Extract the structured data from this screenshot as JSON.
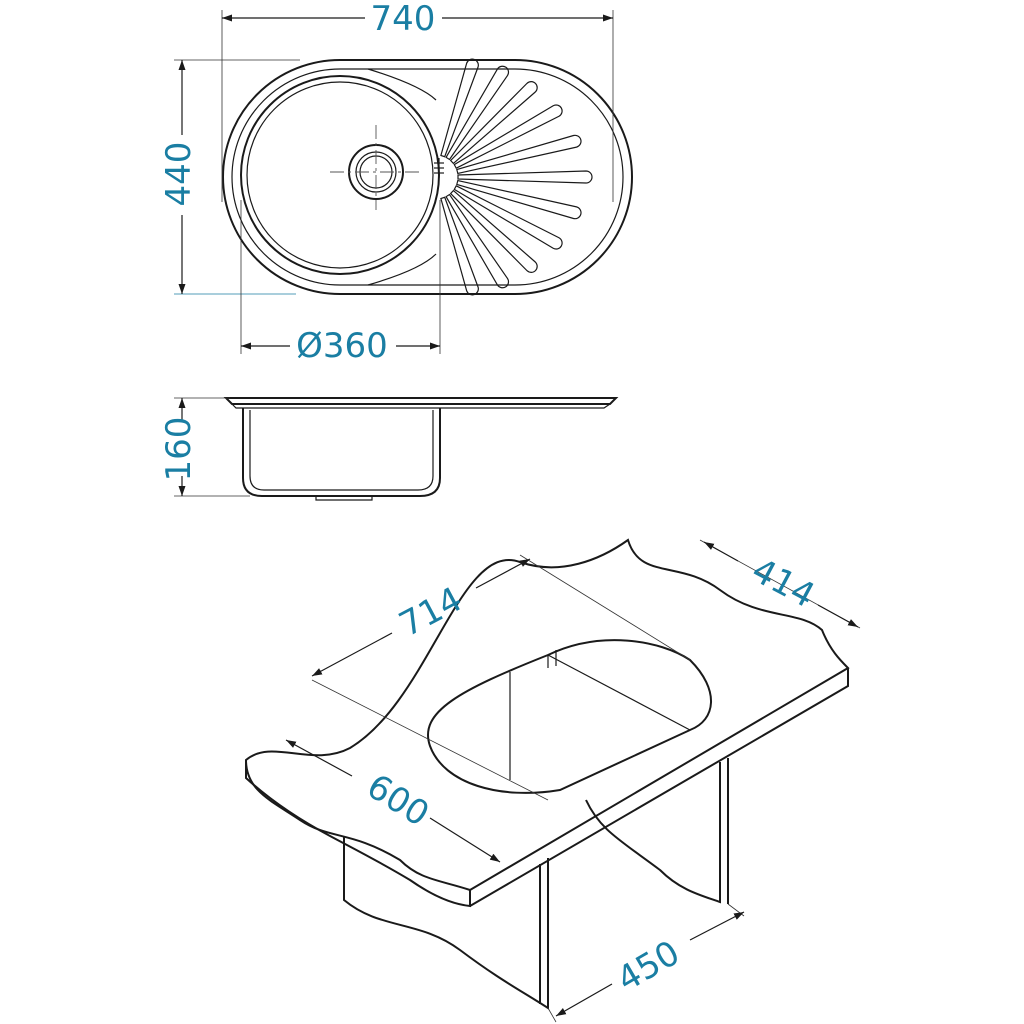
{
  "top_view": {
    "width_label": "740",
    "height_label": "440",
    "bowl_label": "Ø360"
  },
  "side_view": {
    "depth_label": "160"
  },
  "cutout_view": {
    "length_label": "714",
    "depth_label": "414",
    "worktop_label": "600",
    "cabinet_label": "450"
  },
  "colors": {
    "dimension_text": "#1a7ea3",
    "lines": "#1a1a1a",
    "background": "#ffffff"
  }
}
